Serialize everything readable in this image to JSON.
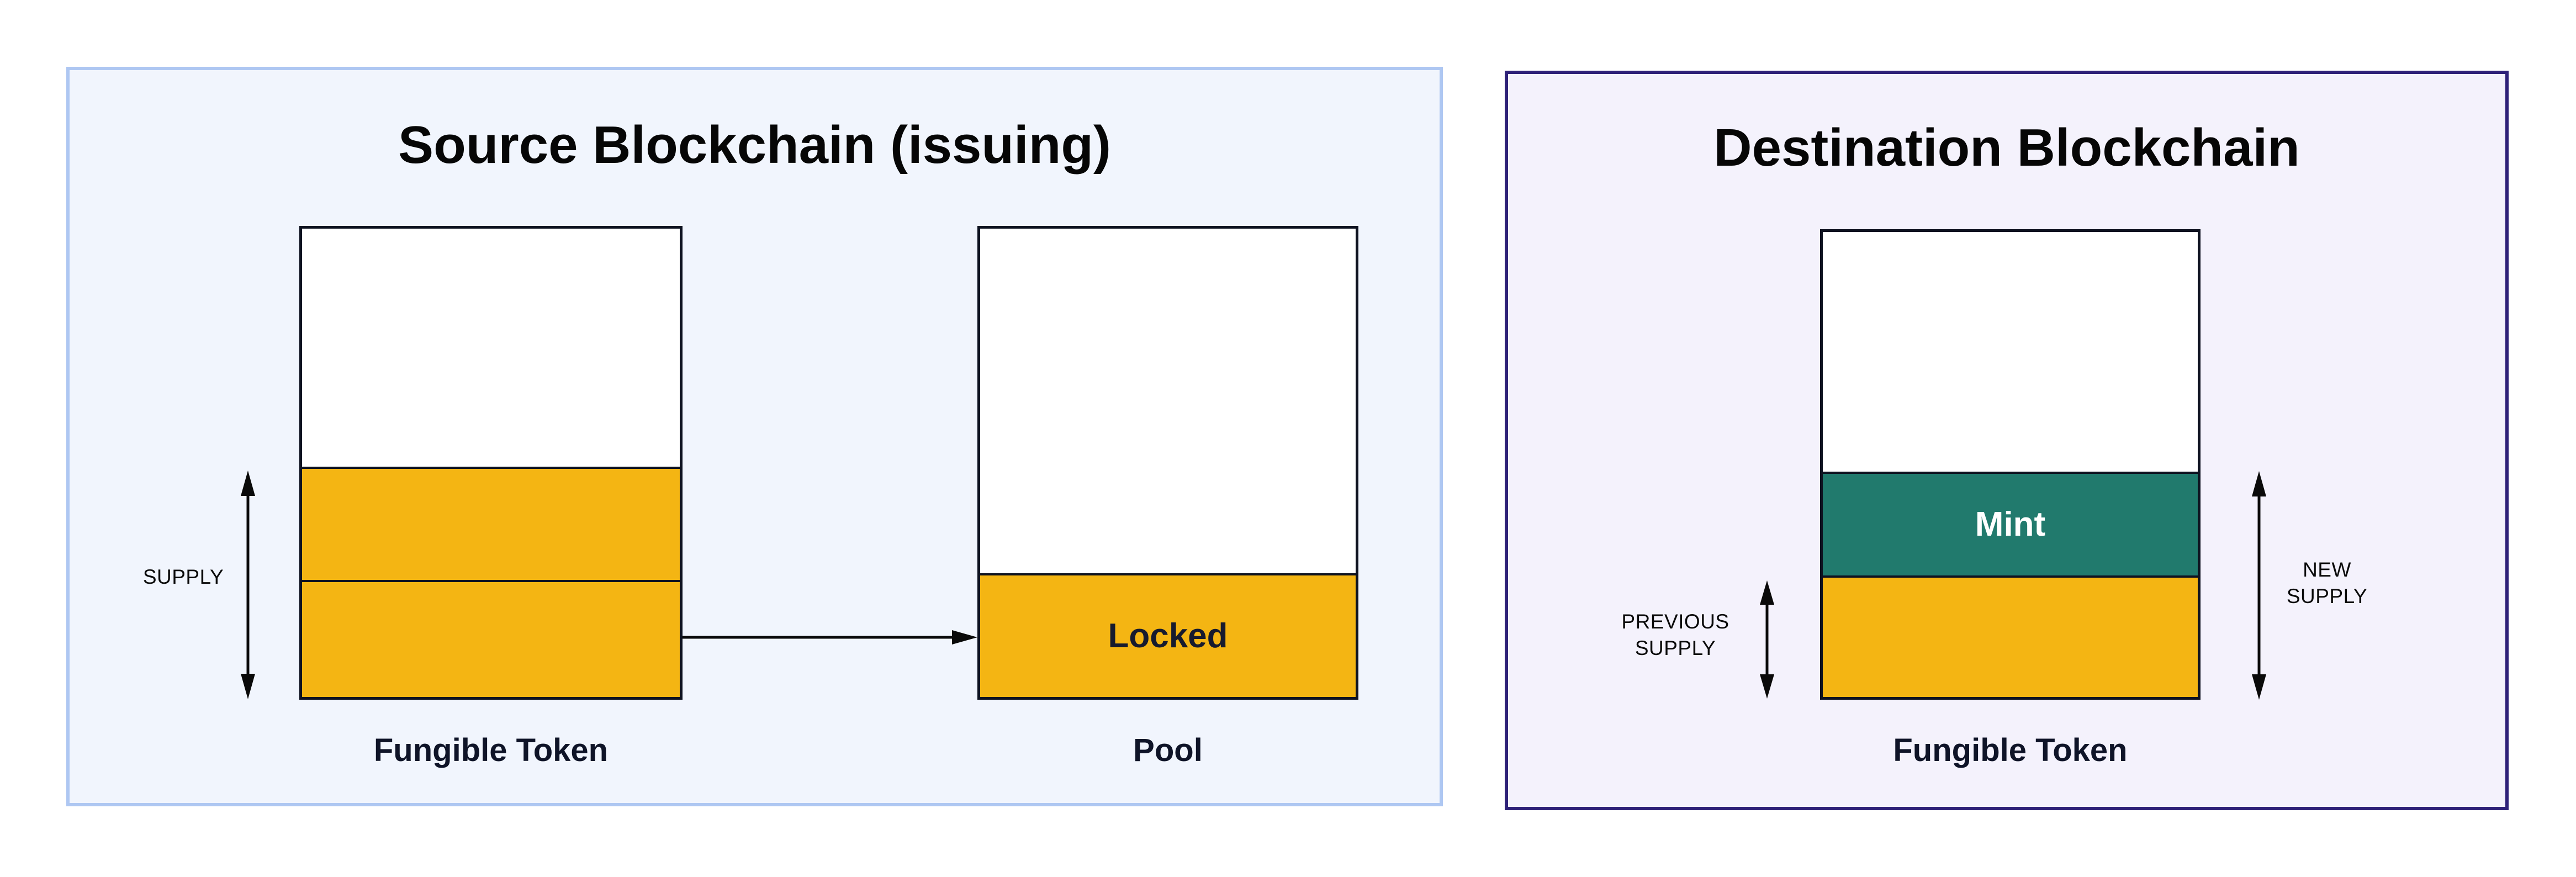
{
  "colors": {
    "page_bg": "#ffffff",
    "source_panel_bg": "#f1f5fd",
    "source_panel_border": "#aec7f2",
    "dest_panel_bg": "#f4f2fc",
    "dest_panel_border": "#2e2178",
    "token_yellow": "#f4b513",
    "mint_teal": "#217a6d",
    "box_border": "#0e1220",
    "arrow_black": "#0a0a0a",
    "title_text": "#060606",
    "label_text": "#0f1428",
    "locked_text": "#171b2e",
    "mint_text": "#ffffff"
  },
  "source_panel": {
    "title": "Source Blockchain (issuing)",
    "supply_label": "SUPPLY",
    "locked_label": "Locked",
    "fungible_token_label": "Fungible Token",
    "pool_label": "Pool"
  },
  "dest_panel": {
    "title": "Destination Blockchain",
    "mint_label": "Mint",
    "previous_supply": {
      "line1": "PREVIOUS",
      "line2": "SUPPLY"
    },
    "new_supply": {
      "line1": "NEW",
      "line2": "SUPPLY"
    },
    "fungible_token_label": "Fungible Token"
  }
}
